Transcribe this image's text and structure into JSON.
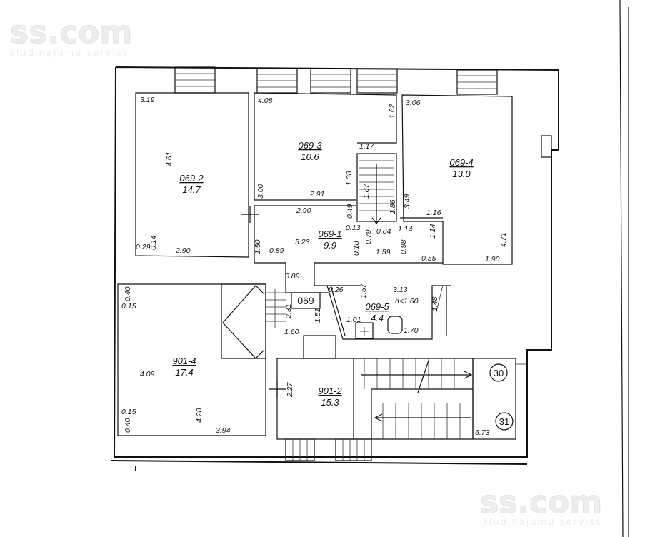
{
  "watermark": {
    "brand": "ss.com",
    "tagline": "sludinājumu serviss"
  },
  "plan_label": "069",
  "rooms": [
    {
      "id": "069-2",
      "area": "14.7"
    },
    {
      "id": "069-3",
      "area": "10.6"
    },
    {
      "id": "069-4",
      "area": "13.0"
    },
    {
      "id": "069-1",
      "area": "9.9"
    },
    {
      "id": "069-5",
      "area": "4.4"
    },
    {
      "id": "901-4",
      "area": "17.4"
    },
    {
      "id": "901-2",
      "area": "15.3"
    }
  ],
  "dimensions": {
    "d319": "3.19",
    "d461": "4.61",
    "d029": "0.29",
    "d014": "0.14",
    "d290a": "2.90",
    "d408": "4.08",
    "d162": "1.62",
    "d117": "1.17",
    "d138": "1.38",
    "d300": "3.00",
    "d291": "2.91",
    "d306": "3.06",
    "d349": "3.49",
    "d116": "1.16",
    "d114a": "1.14",
    "d114b": "1.14",
    "d471": "4.71",
    "d190": "1.90",
    "d290b": "2.90",
    "d049": "0.49",
    "d187": "1.87",
    "d186": "1.86",
    "d013": "0.13",
    "d084": "0.84",
    "d150": "1.50",
    "d089a": "0.89",
    "d523": "5.23",
    "d079": "0.79",
    "d018": "0.18",
    "d159": "1.59",
    "d098": "0.98",
    "d055": "0.55",
    "d089b": "0.89",
    "d026": "0.26",
    "d157": "1.57",
    "d313": "3.13",
    "h160": "h<1.60",
    "d148": "1.48",
    "d231": "2.31",
    "d151": "1.51",
    "d160": "1.60",
    "d101": "1.01",
    "d170": "1.70",
    "d040a": "0.40",
    "d015a": "0.15",
    "d409": "4.09",
    "d428": "4.28",
    "d015b": "0.15",
    "d040b": "0.40",
    "d394": "3.94",
    "d227": "2.27",
    "d673": "6.73"
  },
  "markers": {
    "m30": "30",
    "m31": "31"
  }
}
